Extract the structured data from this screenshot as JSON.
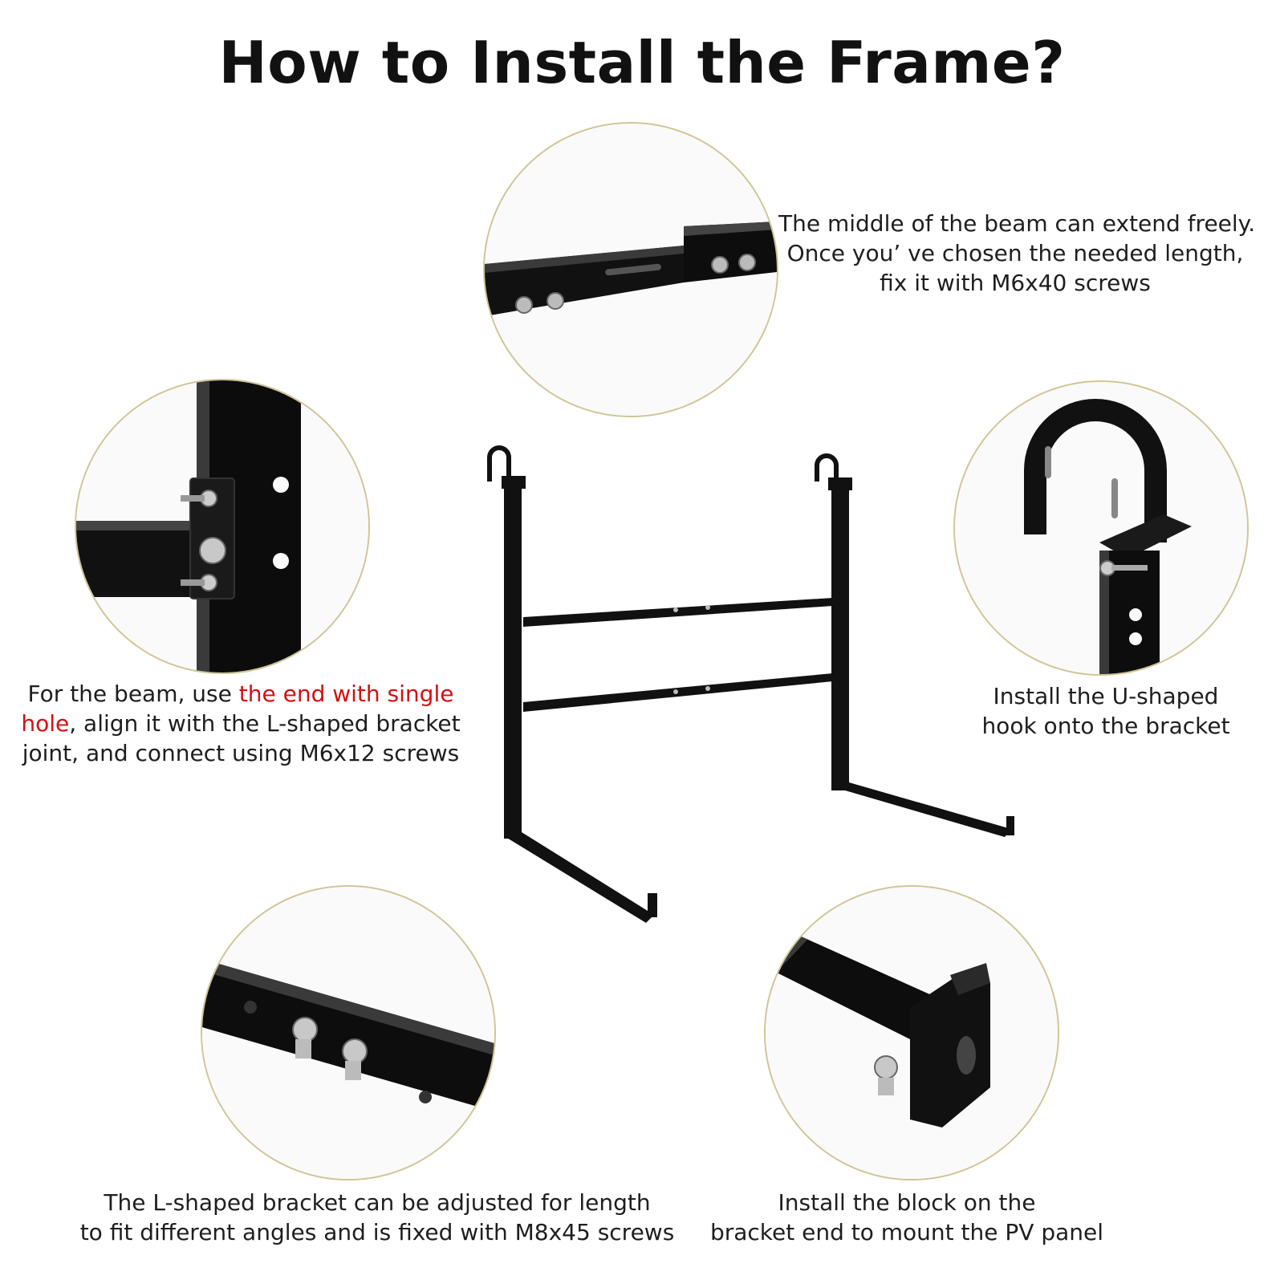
{
  "page": {
    "title": "How to Install the Frame?",
    "accent_color": "#d60f10",
    "circle_border_color": "#cfc596"
  },
  "steps": {
    "beam_extend": {
      "lines": [
        "The middle of the beam can extend freely.",
        "Once you’ ve chosen the needed length,",
        "fix it with M6x40 screws"
      ],
      "icon": "beam-extension-closeup"
    },
    "beam_joint": {
      "part1": "For the beam, use ",
      "highlight1": "the end with single",
      "highlight2": "hole",
      "part2": ", align it with the L-shaped bracket",
      "part3": "joint, and connect using M6x12 screws",
      "icon": "l-bracket-joint-closeup"
    },
    "u_hook": {
      "lines": [
        "Install the U-shaped",
        "hook onto the bracket"
      ],
      "icon": "u-hook-closeup"
    },
    "bracket_length": {
      "lines": [
        "The L-shaped bracket can be adjusted for length",
        "to fit different angles and is fixed with M8x45 screws"
      ],
      "icon": "bracket-adjust-closeup"
    },
    "block": {
      "lines": [
        "Install the block on the",
        "bracket end to mount the PV panel"
      ],
      "icon": "mounting-block-closeup"
    }
  }
}
